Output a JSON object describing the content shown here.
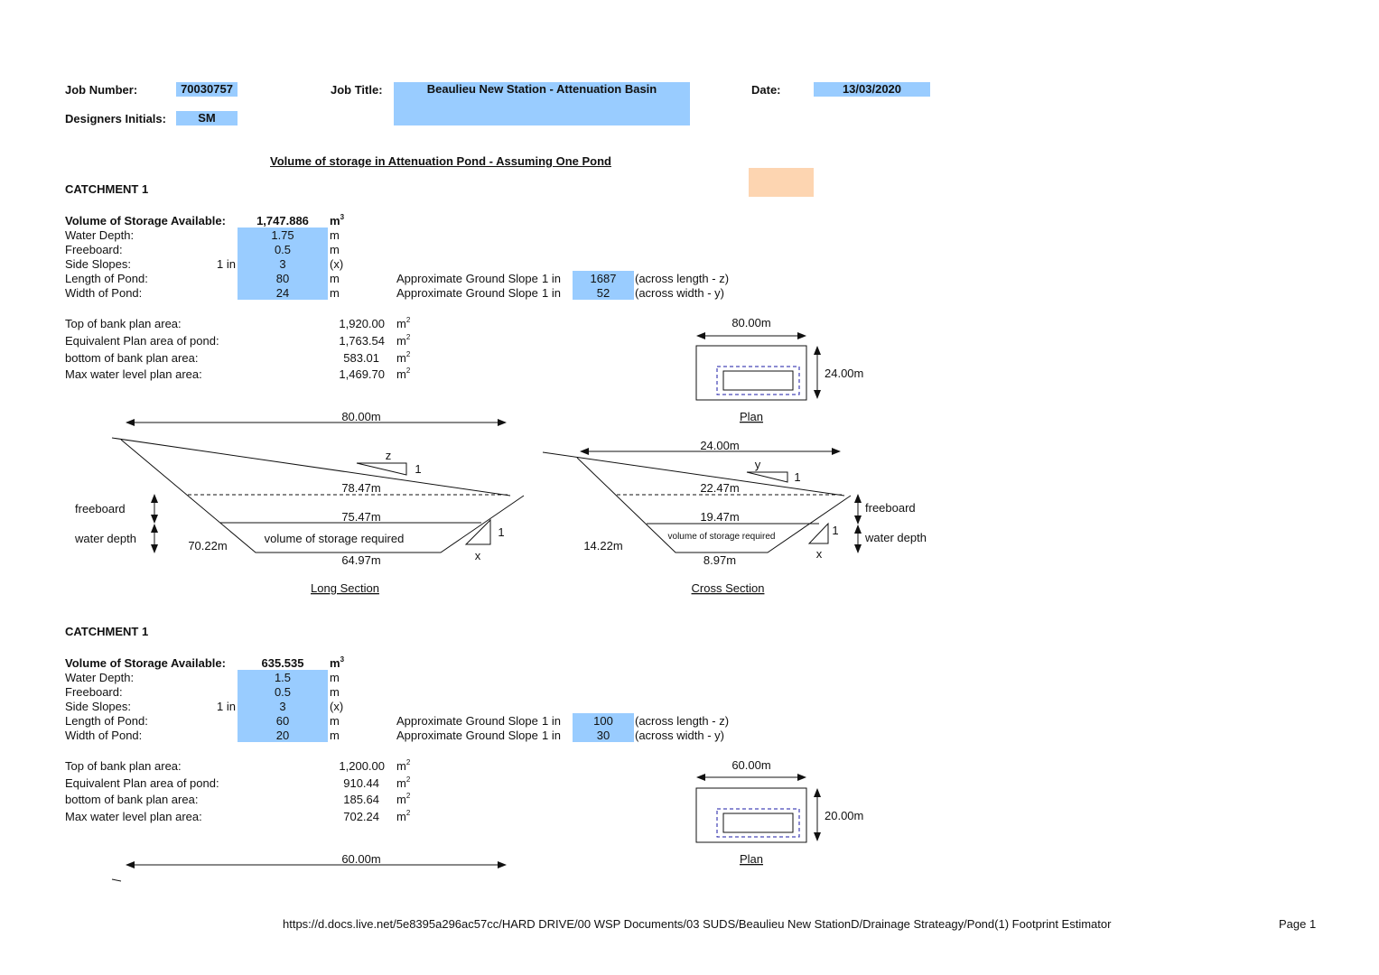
{
  "header": {
    "job_number_label": "Job Number:",
    "job_number": "70030757",
    "job_title_label": "Job Title:",
    "job_title": "Beaulieu New Station - Attenuation Basin",
    "date_label": "Date:",
    "date": "13/03/2020",
    "initials_label": "Designers Initials:",
    "initials": "SM"
  },
  "section_title": "Volume of storage in Attenuation Pond - Assuming One Pond",
  "labels": {
    "volume": "Volume of Storage Available:",
    "water_depth": "Water Depth:",
    "freeboard": "Freeboard:",
    "side_slopes": "Side Slopes:",
    "one_in": "1 in",
    "length": "Length of Pond:",
    "width": "Width of Pond:",
    "ground_slope": "Approximate Ground Slope",
    "across_length": "(across length - z)",
    "across_width": "(across width - y)",
    "top_bank": "Top of bank plan area:",
    "equiv_plan": "Equivalent Plan area of pond:",
    "bottom_bank": "bottom of bank plan area:",
    "max_water": "Max water level plan area:",
    "unit_m3": "m",
    "unit_m": "m",
    "unit_x": "(x)",
    "unit_m2": "m"
  },
  "diagram_labels": {
    "plan": "Plan",
    "long_section": "Long Section",
    "cross_section": "Cross Section",
    "freeboard": "freeboard",
    "water_depth": "water depth",
    "volume_required": "volume of storage required",
    "z": "z",
    "y": "y",
    "x": "x",
    "one": "1"
  },
  "catchments": [
    {
      "title": "CATCHMENT 1",
      "volume": "1,747.886",
      "water_depth": "1.75",
      "freeboard": "0.5",
      "side_slopes": "3",
      "length": "80",
      "width": "24",
      "slope_length": "1687",
      "slope_width": "52",
      "top_bank": "1,920.00",
      "equiv_plan": "1,763.54",
      "bottom_bank": "583.01",
      "max_water": "1,469.70",
      "plan_length": "80.00m",
      "plan_width": "24.00m",
      "long": {
        "overall": "80.00m",
        "top": "78.47m",
        "water": "75.47m",
        "bottom": "64.97m",
        "slope_len": "70.22m"
      },
      "cross": {
        "overall": "24.00m",
        "top": "22.47m",
        "water": "19.47m",
        "bottom": "8.97m",
        "slope_len": "14.22m"
      }
    },
    {
      "title": "CATCHMENT 1",
      "volume": "635.535",
      "water_depth": "1.5",
      "freeboard": "0.5",
      "side_slopes": "3",
      "length": "60",
      "width": "20",
      "slope_length": "100",
      "slope_width": "30",
      "top_bank": "1,200.00",
      "equiv_plan": "910.44",
      "bottom_bank": "185.64",
      "max_water": "702.24",
      "plan_length": "60.00m",
      "plan_width": "20.00m",
      "long": {
        "overall": "60.00m"
      }
    }
  ],
  "footer": {
    "path": "https://d.docs.live.net/5e8395a296ac57cc/HARD DRIVE/00 WSP Documents/03 SUDS/Beaulieu New StationD/Drainage Strateagy/Pond(1) Footprint Estimator",
    "page": "Page 1"
  },
  "colors": {
    "input_blue": "#99ccff",
    "orange_cell": "#fdd5b1",
    "dash_blue": "#1a1aa6"
  }
}
